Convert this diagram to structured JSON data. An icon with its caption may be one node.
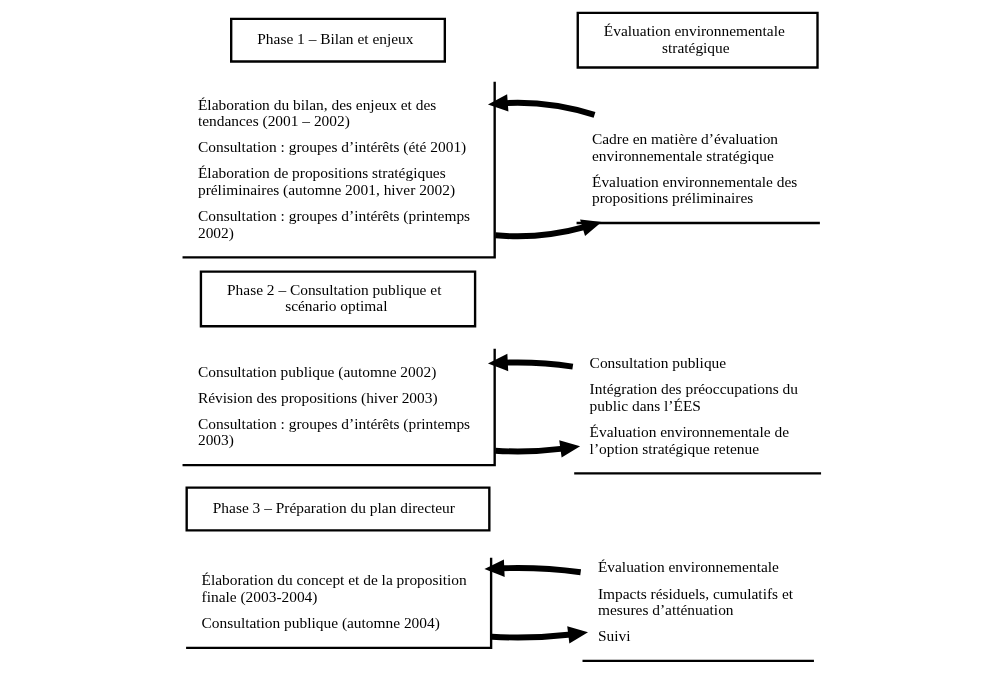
{
  "diagram": {
    "nodes": [
      {
        "text": [
          "Phase 1 – Bilan et enjeux"
        ]
      },
      {
        "text": [
          "Élaboration du bilan, des enjeux et des tendances (2001 – 2002)",
          "Consultation : groupes d’intérêts (été 2001)",
          "Élaboration de propositions stratégiques préliminaires (automne 2001, hiver 2002)",
          "Consultation : groupes d’intérêts (printemps 2002)"
        ]
      },
      {
        "text": [
          "Évaluation environnementale stratégique"
        ]
      },
      {
        "text": [
          "Cadre en matière d’évaluation environnementale stratégique",
          "Évaluation environnementale des propositions préliminaires"
        ]
      },
      {
        "text": [
          "Phase 2 – Consultation publique et scénario optimal"
        ]
      },
      {
        "text": [
          "Consultation publique (automne 2002)",
          "Révision des propositions (hiver 2003)",
          "Consultation : groupes d’intérêts (printemps 2003)"
        ]
      },
      {
        "text": [
          "Consultation publique",
          "Intégration des préoccupations du public dans l’ÉES",
          "Évaluation environnementale de l’option stratégique retenue"
        ]
      },
      {
        "text": [
          "Phase 3 – Préparation du plan directeur"
        ]
      },
      {
        "text": [
          "Élaboration du concept et de la proposition finale (2003-2004)",
          "Consultation publique (automne 2004)"
        ]
      },
      {
        "text": [
          "Évaluation environnementale",
          "Impacts résiduels, cumulatifs et mesures d’atténuation",
          "Suivi"
        ]
      }
    ],
    "edges": [
      {
        "from": 1,
        "to": 3,
        "arrow": "to"
      },
      {
        "from": 3,
        "to": 1,
        "arrow": "to"
      },
      {
        "from": 5,
        "to": 6,
        "arrow": "to"
      },
      {
        "from": 6,
        "to": 5,
        "arrow": "to"
      },
      {
        "from": 8,
        "to": 9,
        "arrow": "to"
      },
      {
        "from": 9,
        "to": 8,
        "arrow": "to"
      }
    ]
  }
}
